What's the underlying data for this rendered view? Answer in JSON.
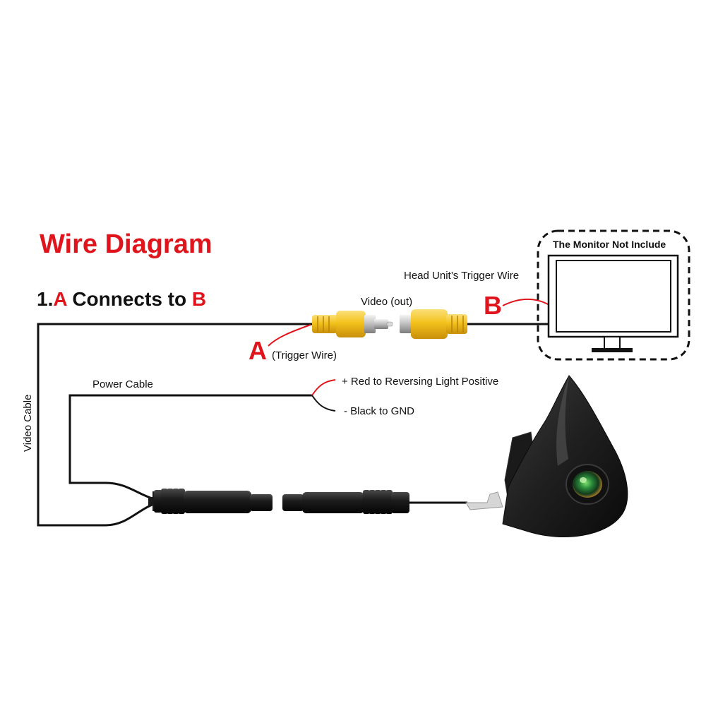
{
  "title": "Wire Diagram",
  "step": {
    "prefix": "1.",
    "a": "A",
    "middle": " Connects to ",
    "b": "B"
  },
  "labels": {
    "video_out": "Video (out)",
    "head_unit_trigger": "Head Unit’s Trigger Wire",
    "trigger_wire": "(Trigger Wire)",
    "point_a": "A",
    "point_b": "B",
    "power_cable": "Power Cable",
    "red_positive": "+ Red to Reversing Light Positive",
    "black_gnd": "- Black to GND",
    "video_cable": "Video Cable"
  },
  "monitor": {
    "label": "The Monitor Not Include"
  },
  "colors": {
    "accent_red": "#e0141c",
    "rca_yellow": "#f1c21b",
    "wire_black": "#111111"
  }
}
